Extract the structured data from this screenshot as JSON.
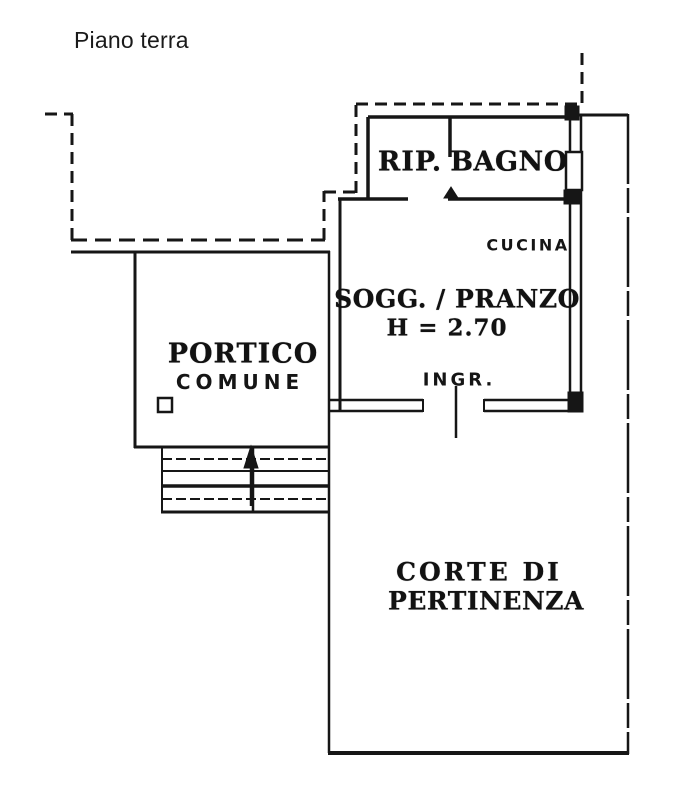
{
  "page": {
    "title": "Piano terra"
  },
  "plan": {
    "labels": {
      "storage": "RIP.",
      "bathroom": "BAGNO",
      "kitchen": "CUCINA",
      "living_dining": "SOGG. / PRANZO",
      "ceiling_height": "H = 2.70",
      "entrance": "INGR.",
      "portico_line1": "PORTICO",
      "portico_line2": "COMUNE",
      "courtyard_line1": "CORTE DI",
      "courtyard_line2": "PERTINENZA"
    },
    "colors": {
      "ink": "#161616",
      "background": "#ffffff"
    }
  }
}
